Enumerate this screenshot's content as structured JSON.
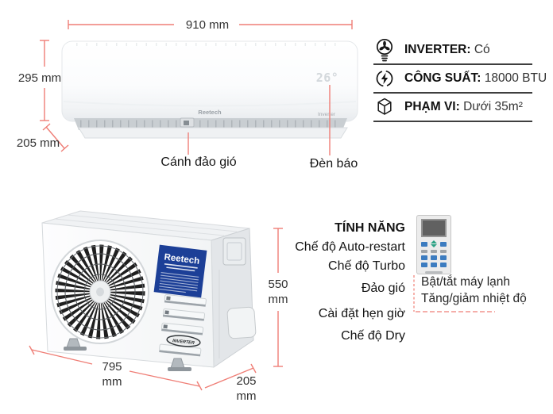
{
  "accent_color": "#ef7e76",
  "indoor_unit": {
    "brand": "Reetech",
    "series": "Inverter",
    "display_value": "26°",
    "width": "910 mm",
    "height": "295 mm",
    "depth": "205 mm",
    "louver_label": "Cánh đảo gió",
    "indicator_label": "Đèn báo"
  },
  "specs": {
    "rows": [
      {
        "icon": "inverter-bulb-icon",
        "label": "INVERTER:",
        "value": "Có"
      },
      {
        "icon": "power-bolt-icon",
        "label": "CÔNG SUẤT:",
        "value": "18000 BTU"
      },
      {
        "icon": "coverage-cube-icon",
        "label": "PHẠM VI:",
        "value": "Dưới 35m²"
      }
    ]
  },
  "outdoor_unit": {
    "brand": "Reetech",
    "badge": "INVERTER",
    "height_value": "550",
    "height_unit": "mm",
    "width_value": "795",
    "width_unit": "mm",
    "depth_value": "205",
    "depth_unit": "mm"
  },
  "features": {
    "title": "TÍNH NĂNG",
    "items": [
      "Chế độ Auto-restart",
      "Chế độ Turbo",
      "Đảo gió",
      "Cài đặt hẹn giờ",
      "Chế độ Dry"
    ]
  },
  "remote": {
    "power_label": "Bật/tắt máy lạnh",
    "temp_label": "Tăng/giảm nhiệt độ"
  }
}
